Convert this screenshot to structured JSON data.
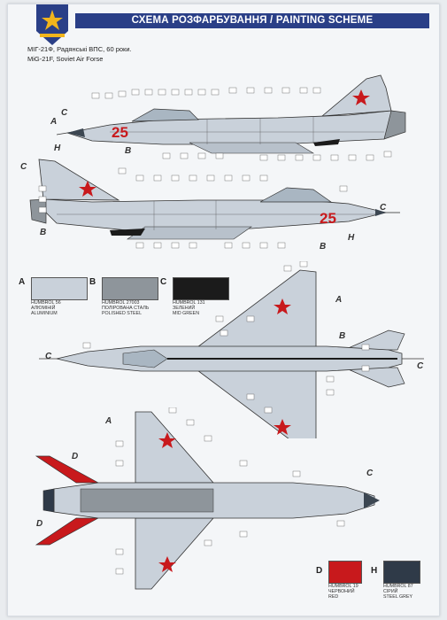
{
  "header": {
    "title": "СХЕМА РОЗФАРБУВАННЯ / PAINTING SCHEME",
    "subtitle_ua": "МІГ-21Ф, Радянські ВПС, 60 роки.",
    "subtitle_en": "MiG-21F, Soviet Air Forse"
  },
  "aircraft": {
    "tail_number": "25"
  },
  "colors": {
    "A": {
      "letter": "A",
      "line1": "HUMBROL 56",
      "line2": "АЛЮМІНІЙ",
      "line3": "ALUMINIUM",
      "hex": "#c9d1da"
    },
    "B": {
      "letter": "B",
      "line1": "HUMBROL 27003",
      "line2": "ПОЛІРОВАНА СТАЛЬ",
      "line3": "POLISHED STEEL",
      "hex": "#8e959b"
    },
    "C": {
      "letter": "C",
      "line1": "HUMBROL 131",
      "line2": "ЗЕЛЕНИЙ",
      "line3": "MID GREEN",
      "hex": "#1b1b1b"
    },
    "D": {
      "letter": "D",
      "line1": "HUMBROL 19",
      "line2": "ЧЕРВОНИЙ",
      "line3": "RED",
      "hex": "#c8191c"
    },
    "H": {
      "letter": "H",
      "line1": "HUMBROL 87",
      "line2": "СІРИЙ",
      "line3": "STEEL GREY",
      "hex": "#2f3a48"
    }
  },
  "refs": {
    "a": "A",
    "b": "B",
    "c": "C",
    "d": "D",
    "h": "H"
  }
}
